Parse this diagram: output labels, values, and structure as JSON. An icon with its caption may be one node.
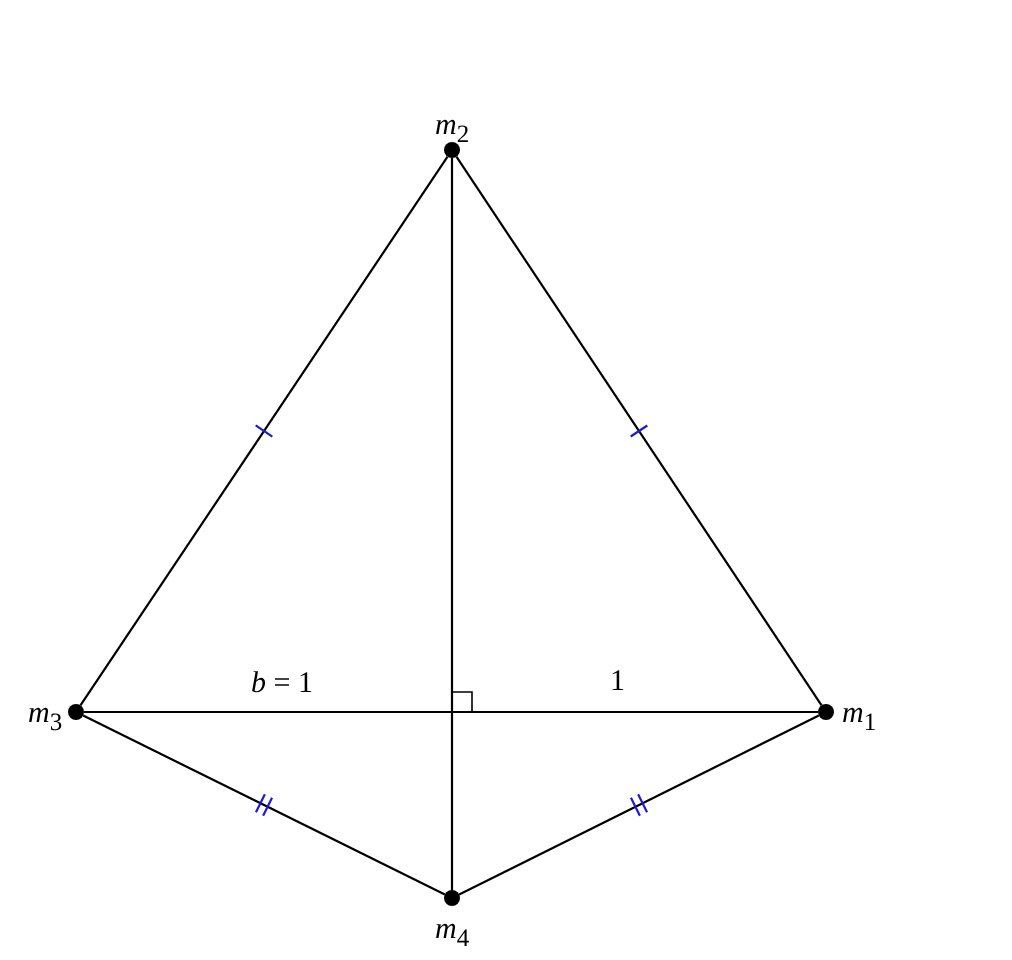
{
  "diagram": {
    "nodes": [
      {
        "text": [],
        "shape": "circle",
        "beside": [
          "*m*$_{1}$"
        ]
      },
      {
        "text": [],
        "shape": "circle",
        "beside": [
          "*m*$_{2}$"
        ]
      },
      {
        "text": [],
        "shape": "circle",
        "beside": [
          "*m*$_{3}$"
        ]
      },
      {
        "text": [],
        "shape": "circle",
        "beside": [
          "*m*$_{4}$"
        ]
      }
    ],
    "edges": [
      {
        "from": 1,
        "to": 2,
        "arrow": "none"
      },
      {
        "from": 1,
        "to": 0,
        "arrow": "none"
      },
      {
        "from": 1,
        "to": 3,
        "arrow": "none"
      },
      {
        "from": 2,
        "to": 0,
        "arrow": "none"
      },
      {
        "from": 2,
        "to": 3,
        "arrow": "none"
      },
      {
        "from": 3,
        "to": 0,
        "arrow": "none"
      }
    ],
    "labels": [
      "*b* = 1",
      "1"
    ]
  }
}
